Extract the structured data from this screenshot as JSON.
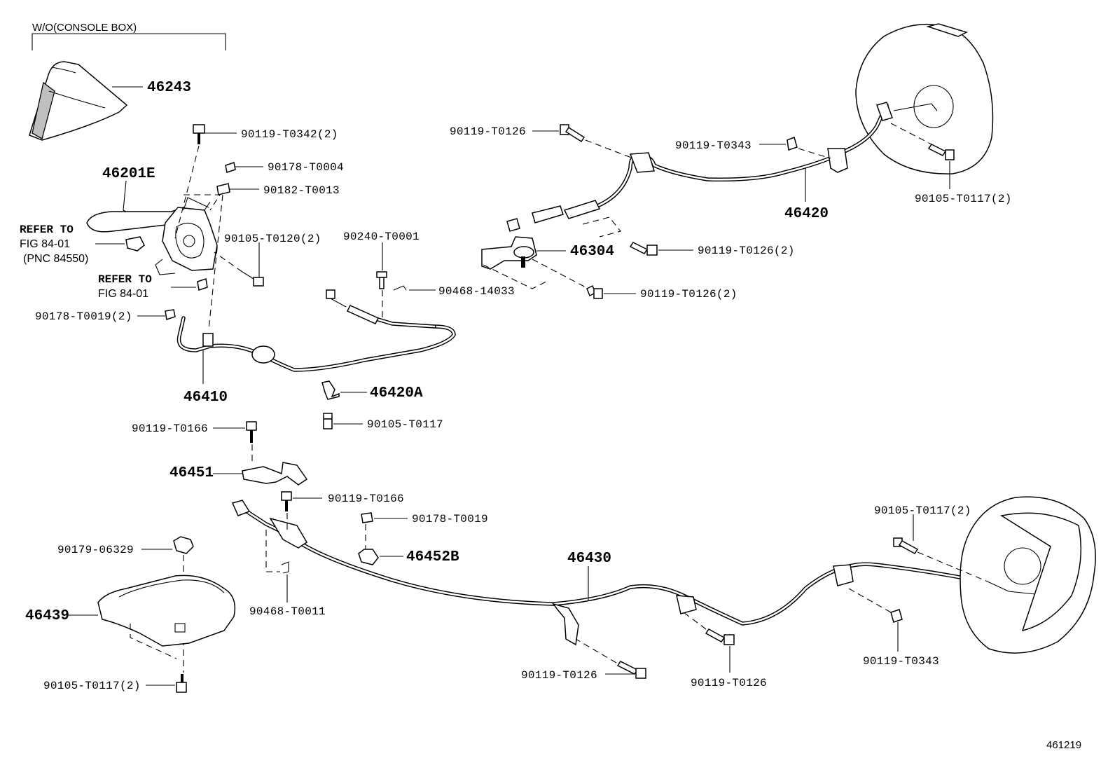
{
  "header_note": "W/O(CONSOLE BOX)",
  "figure_number": "461219",
  "refer_notes": {
    "lever_refer": "REFER TO",
    "lever_fig": "FIG 84-01",
    "lever_pnc": "(PNC 84550)",
    "bolt_refer": "REFER TO",
    "bolt_fig": "FIG 84-01"
  },
  "part_labels": {
    "boot": "46243",
    "lever_sub_assy": "46201E",
    "bolt_lever": "90119-T0342(2)",
    "nut_lever": "90178-T0004",
    "nut_lever_2": "90182-T0013",
    "bolt_lever_2": "90105-T0120(2)",
    "nut_front_cable": "90178-T0019(2)",
    "front_cable": "46410",
    "pin_equalizer": "90240-T0001",
    "clip_equalizer": "90468-14033",
    "clamp_front": "46420A",
    "bolt_clamp_front": "90105-T0117",
    "bolt_rh_cable": "90119-T0126",
    "bolt_rh_cable_2": "90119-T0343",
    "bolt_backing_rh": "90105-T0117(2)",
    "rh_cable": "46420",
    "bellcrank": "46304",
    "bolt_bellcrank": "90119-T0126(2)",
    "bolt_bellcrank_2": "90119-T0126(2)",
    "bolt_bracket": "90119-T0166",
    "bracket": "46451",
    "bolt_lh_front": "90119-T0166",
    "nut_clamp_lh": "90178-T0019",
    "clamp_lh": "46452B",
    "clip_lh": "90468-T0011",
    "lh_cable": "46430",
    "nut_cover": "90179-06329",
    "cover": "46439",
    "bolt_cover": "90105-T0117(2)",
    "bolt_lh_bracket": "90119-T0126",
    "bolt_lh_bracket_2": "90119-T0126",
    "bolt_backing_lh": "90105-T0117(2)",
    "bolt_lh_rear": "90119-T0343"
  }
}
